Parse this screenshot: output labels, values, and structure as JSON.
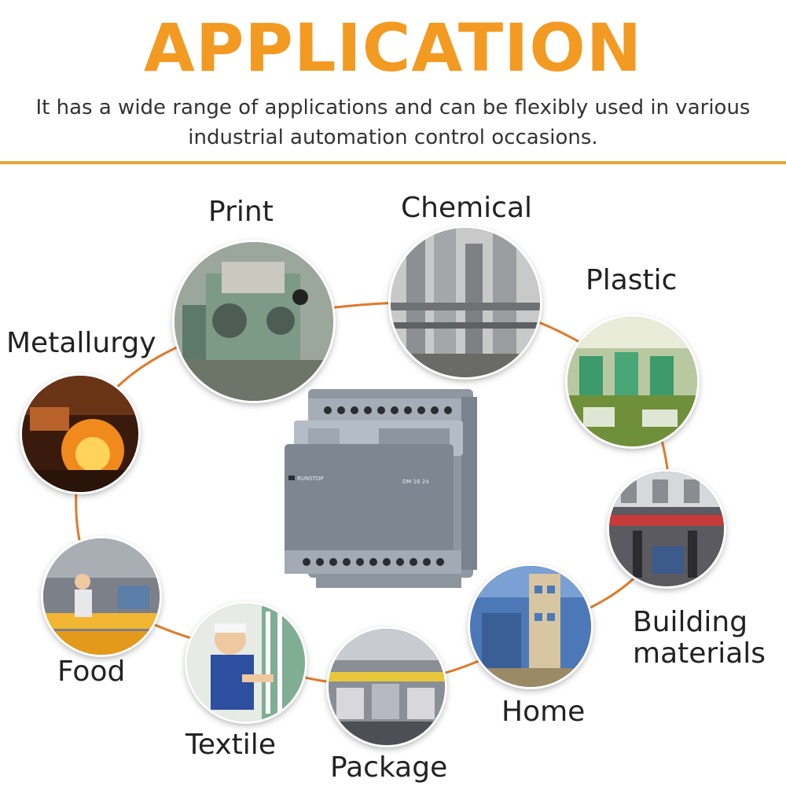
{
  "header": {
    "title": "APPLICATION",
    "subtitle_line1": "It has a wide range of applications and can be flexibly used in various",
    "subtitle_line2": "industrial automation control occasions."
  },
  "colors": {
    "accent": "#f29a22",
    "ring": "#e07a2a",
    "divider": "#e6a53a"
  },
  "applications": [
    {
      "id": "print",
      "label": "Print"
    },
    {
      "id": "chemical",
      "label": "Chemical"
    },
    {
      "id": "plastic",
      "label": "Plastic"
    },
    {
      "id": "metallurgy",
      "label": "Metallurgy"
    },
    {
      "id": "building",
      "label_line1": "Building",
      "label_line2": "materials"
    },
    {
      "id": "food",
      "label": "Food"
    },
    {
      "id": "home",
      "label": "Home"
    },
    {
      "id": "textile",
      "label": "Textile"
    },
    {
      "id": "package",
      "label": "Package"
    }
  ],
  "device": {
    "brand": "RUNSTOP",
    "model": "DM 16 24",
    "name": "plc-expansion-module"
  }
}
